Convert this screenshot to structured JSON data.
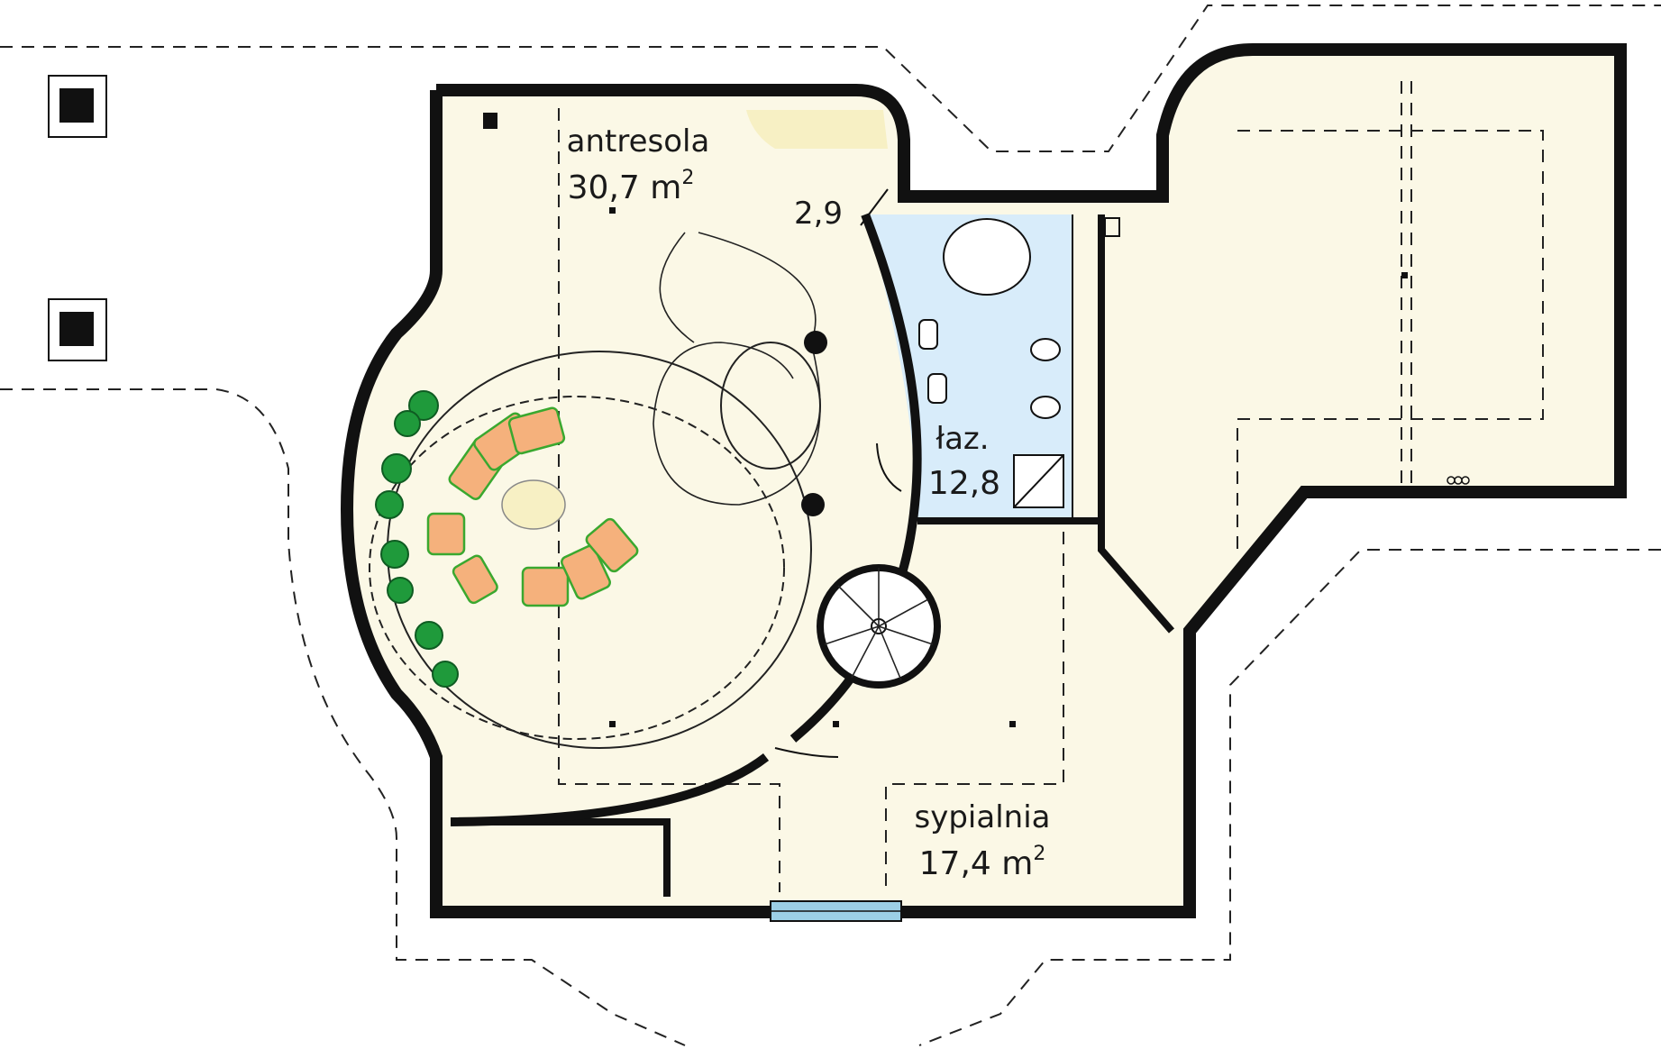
{
  "rooms": {
    "antresola": {
      "name": "antresola",
      "area": "30,7 m",
      "sup": "2"
    },
    "landing": {
      "area": "2,9"
    },
    "bathroom": {
      "name": "łaz.",
      "area": "12,8"
    },
    "bedroom": {
      "name": "sypialnia",
      "area": "17,4 m",
      "sup": "2"
    }
  },
  "colors": {
    "floor": "#fbf8e6",
    "bathroom": "#d8ecfa",
    "walls": "#111111",
    "furniture": "#f5b17c",
    "plants": "#1f9a3b",
    "window": "#9ccfe6",
    "stair_landing": "#f7f0c4"
  }
}
